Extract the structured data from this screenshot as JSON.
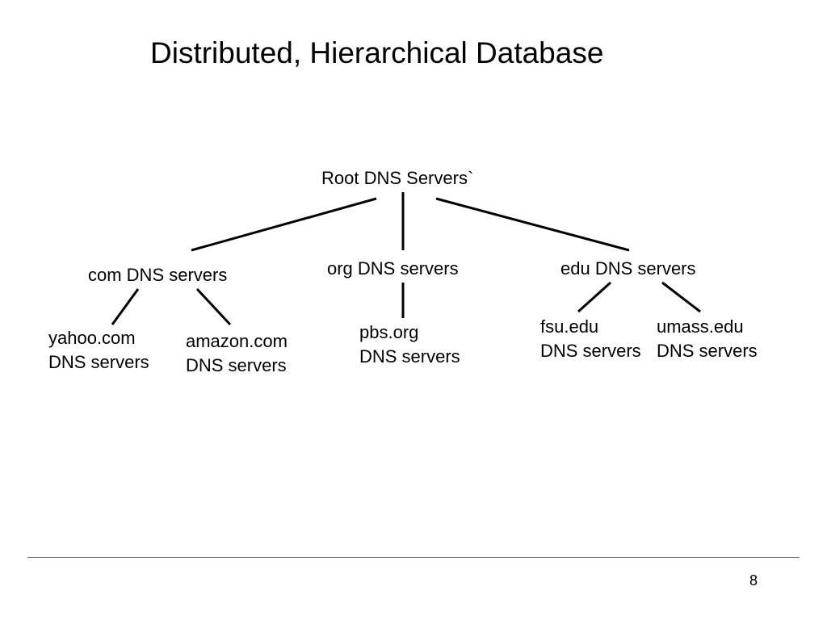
{
  "slide": {
    "title": "Distributed, Hierarchical Database",
    "page_number": "8"
  },
  "tree": {
    "root": {
      "label": "Root DNS Servers`"
    },
    "tld": [
      {
        "label": "com DNS servers",
        "children": [
          {
            "line1": "yahoo.com",
            "line2": "DNS servers"
          },
          {
            "line1": "amazon.com",
            "line2": "DNS servers"
          }
        ]
      },
      {
        "label": "org DNS servers",
        "children": [
          {
            "line1": "pbs.org",
            "line2": "DNS servers"
          }
        ]
      },
      {
        "label": "edu DNS servers",
        "children": [
          {
            "line1": "fsu.edu",
            "line2": "DNS servers"
          },
          {
            "line1": "umass.edu",
            "line2": "DNS servers"
          }
        ]
      }
    ]
  },
  "colors": {
    "text": "#000000",
    "lines": "#000000",
    "rule": "#6e6e6e"
  }
}
